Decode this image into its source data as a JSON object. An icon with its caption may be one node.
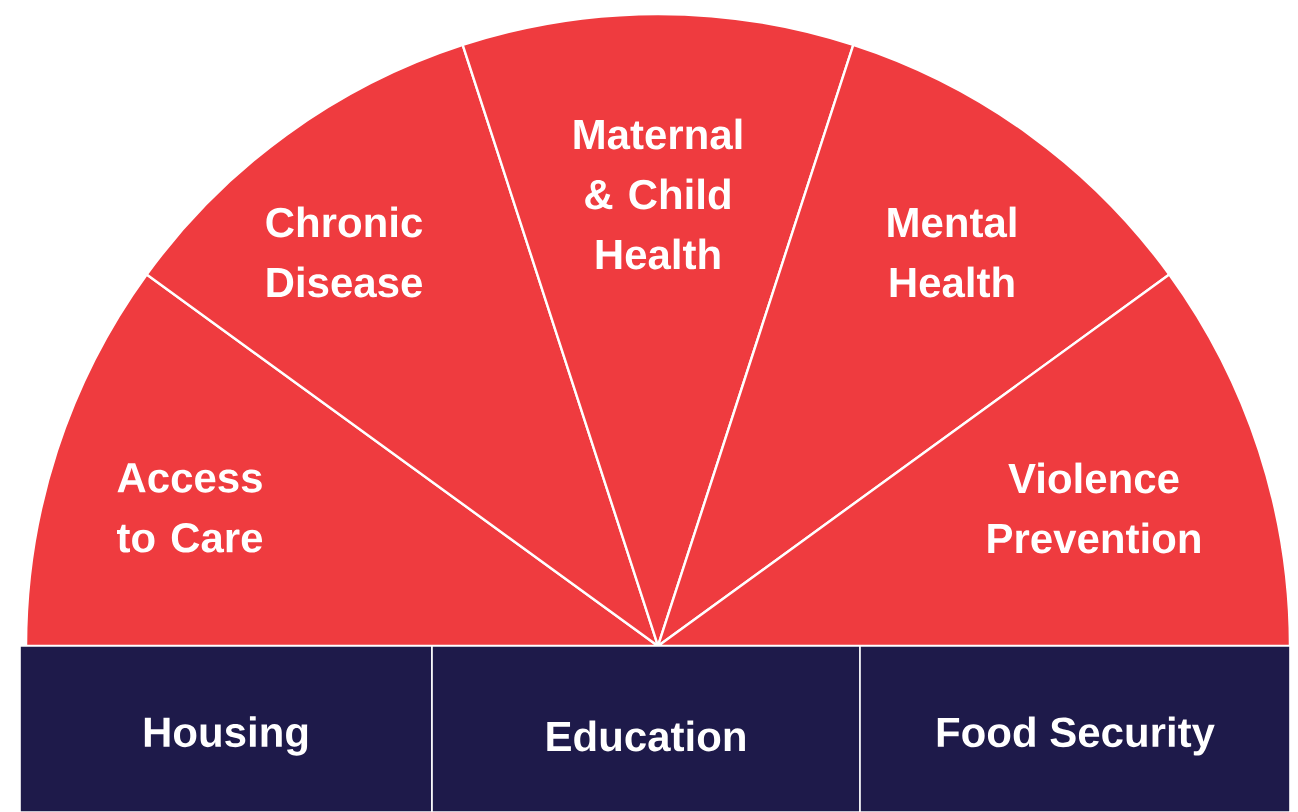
{
  "diagram": {
    "nodes": [
      {
        "text": [
          "Access to Care"
        ]
      },
      {
        "text": [
          "Chronic Disease"
        ]
      },
      {
        "text": [
          "Maternal & Child Health"
        ]
      },
      {
        "text": [
          "Mental Health"
        ]
      },
      {
        "text": [
          "Violence Prevention"
        ]
      },
      {
        "text": [
          "Housing"
        ]
      },
      {
        "text": [
          "Education"
        ]
      },
      {
        "text": [
          "Food Security"
        ]
      }
    ]
  }
}
